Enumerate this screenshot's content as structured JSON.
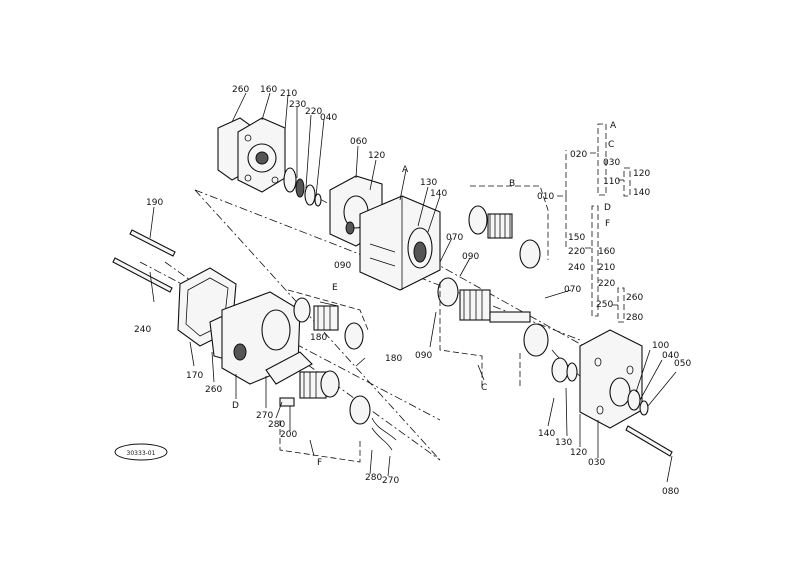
{
  "diagram_code": "30333-01",
  "callouts": {
    "c260a": "260",
    "c160": "160",
    "c210a": "210",
    "c230": "230",
    "c220a": "220",
    "c040a": "040",
    "c060": "060",
    "c120a": "120",
    "cA": "A",
    "c130a": "130",
    "c140a": "140",
    "cB": "B",
    "c190": "190",
    "c240a": "240",
    "c070a": "070",
    "c090a": "090",
    "c090b": "090",
    "c070b": "070",
    "c090c": "090",
    "cE": "E",
    "c180a": "180",
    "c180b": "180",
    "c170": "170",
    "c260b": "260",
    "cD": "D",
    "c270a": "270",
    "c280a": "280",
    "c200": "200",
    "cF": "F",
    "c280b": "280",
    "c270b": "270",
    "cC": "C",
    "c140b": "140",
    "c130b": "130",
    "c120b": "120",
    "c030a": "030",
    "c100": "100",
    "c040b": "040",
    "c050": "050",
    "c080": "080"
  },
  "group_tree": {
    "root": "010",
    "g020": "020",
    "lA": "A",
    "lC": "C",
    "l030": "030",
    "l110": "110",
    "l120": "120",
    "l140": "140",
    "lD": "D",
    "lF": "F",
    "l150": "150",
    "l220": "220",
    "l240": "240",
    "l160": "160",
    "l210": "210",
    "l220b": "220",
    "l250": "250",
    "l260": "260",
    "l280": "280"
  }
}
